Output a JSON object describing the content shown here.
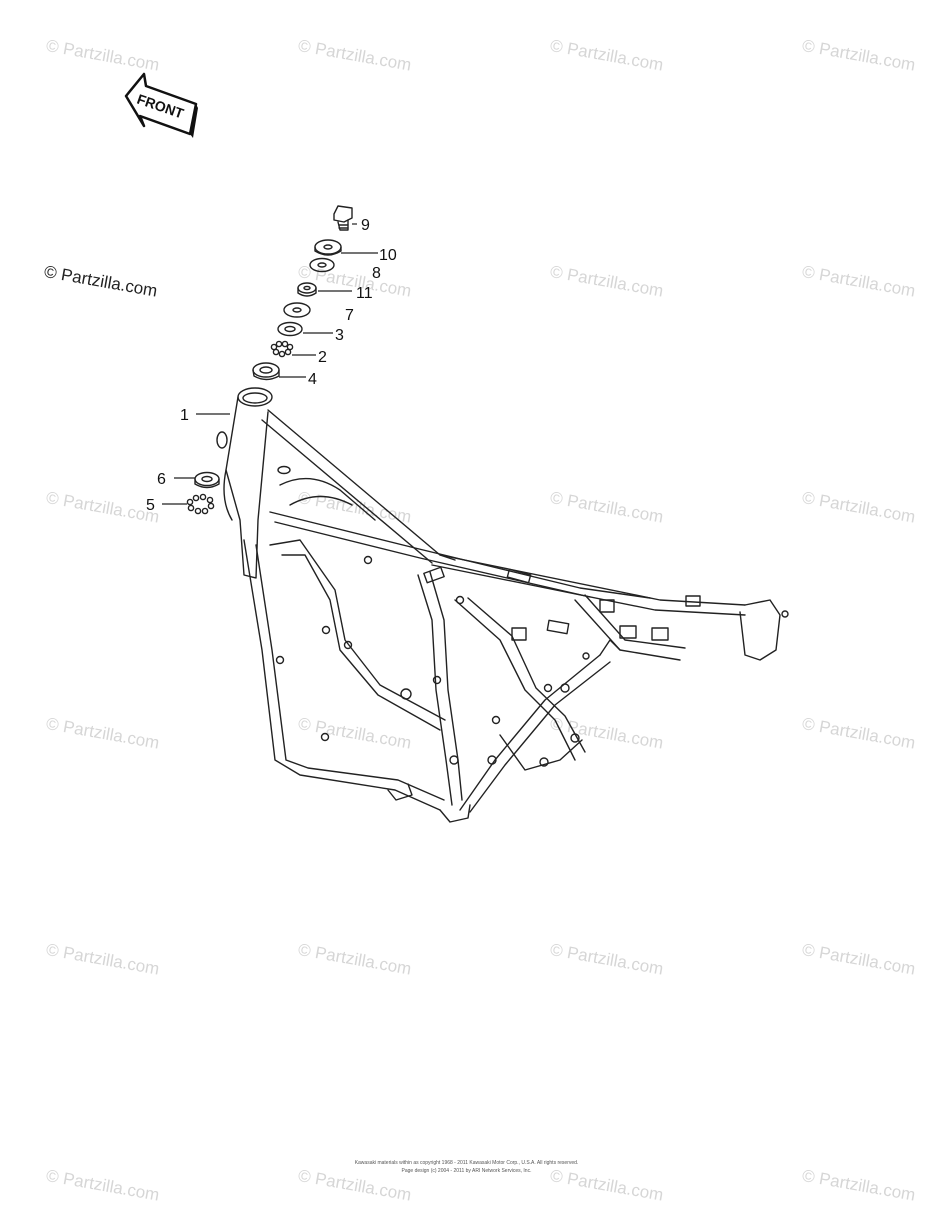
{
  "watermark": {
    "main_text": "© Partzilla.com",
    "repeat_text": "© Partzilla.com"
  },
  "front_arrow": {
    "label": "FRONT"
  },
  "callouts": [
    "1",
    "2",
    "3",
    "4",
    "5",
    "6",
    "7",
    "8",
    "9",
    "10",
    "11"
  ],
  "footer": {
    "line1": "Kawasaki materials within as copyright 1968 - 2011 Kawasaki Motor Corp., U.S.A. All rights reserved.",
    "line2": "Page design (c) 2004 - 2011 by ARI Network Services, Inc."
  }
}
